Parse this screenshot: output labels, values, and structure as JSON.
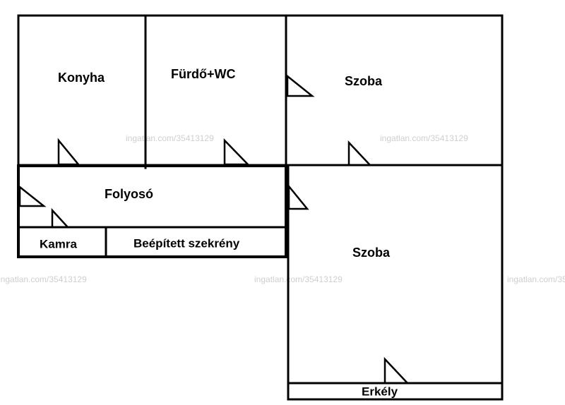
{
  "colors": {
    "wall": "#000000",
    "background": "#ffffff",
    "watermark": "#cfcfcf"
  },
  "rooms": {
    "konyha": "Konyha",
    "furdo": "Fürdő+WC",
    "szoba_top": "Szoba",
    "folyoso": "Folyosó",
    "kamra": "Kamra",
    "szekreny": "Beépített szekrény",
    "szoba_bottom": "Szoba",
    "erkely": "Erkély"
  },
  "watermark": "ingatlan.com/35413129"
}
